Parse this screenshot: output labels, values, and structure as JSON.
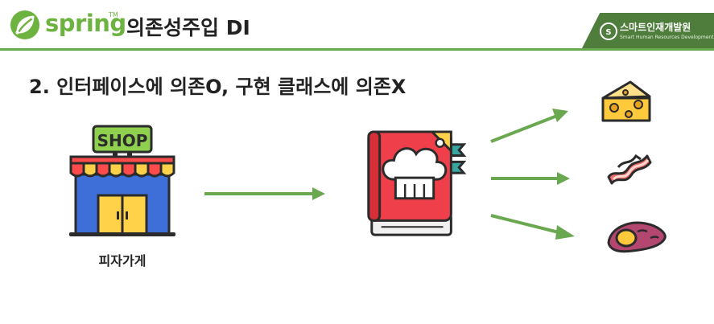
{
  "header": {
    "logo_word": "spring",
    "logo_tm": "TM",
    "title": "의존성주입 DI",
    "org_name": "스마트인재개발원",
    "org_sub": "Smart Human Resources Development"
  },
  "slide": {
    "title": "2. 인터페이스에 의존O, 구현 클래스에 의존X"
  },
  "diagram": {
    "shop_sign": "SHOP",
    "shop_label": "피자가게",
    "icons": [
      "shop-icon",
      "recipe-book-icon",
      "cheese-icon",
      "bacon-icon",
      "sweet-potato-icon"
    ],
    "accent_color": "#6aa84f"
  }
}
